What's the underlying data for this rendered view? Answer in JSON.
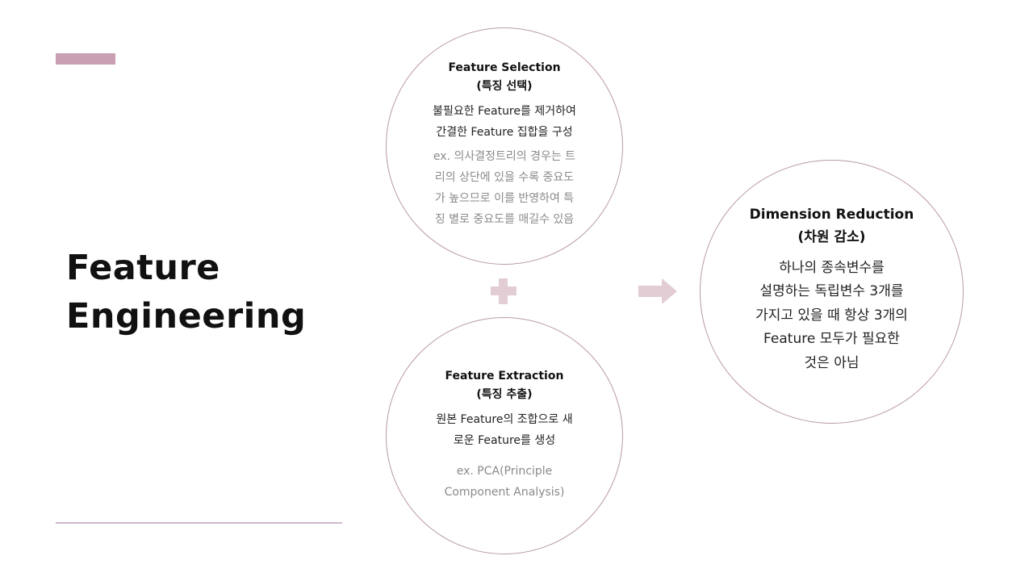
{
  "colors": {
    "accent": "#c9a0b1",
    "line": "#cdb8cc",
    "circle": "#b99aa6",
    "decoration": "#e2cdd5"
  },
  "title": {
    "line1": "Feature",
    "line2": "Engineering"
  },
  "selection": {
    "heading1": "Feature Selection",
    "heading2": "(특징 선택)",
    "body1": "불필요한 Feature를 제거하여",
    "body2": "간결한 Feature 집합을 구성",
    "ex1": "ex. 의사결정트리의 경우는 트",
    "ex2": "리의 상단에 있을 수록 중요도",
    "ex3": "가 높으므로 이를 반영하여 특",
    "ex4": "징 별로 중요도를 매길수 있음"
  },
  "extraction": {
    "heading1": "Feature Extraction",
    "heading2": "(특징 추출)",
    "body1": "원본 Feature의 조합으로 새",
    "body2": "로운 Feature를 생성",
    "ex1": "ex. PCA(Principle",
    "ex2": "Component Analysis)"
  },
  "reduction": {
    "heading1": "Dimension Reduction",
    "heading2": "(차원 감소)",
    "body1": "하나의 종속변수를",
    "body2": "설명하는 독립변수 3개를",
    "body3": "가지고 있을 때 항상 3개의",
    "body4": "Feature 모두가 필요한",
    "body5": "것은 아님"
  },
  "icons": {
    "plus": "plus-icon",
    "arrow": "arrow-right-icon"
  }
}
